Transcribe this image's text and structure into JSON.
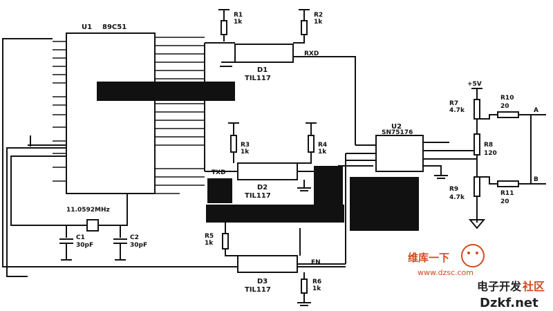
{
  "labels": {
    "u1_ref": "U1",
    "u1_part": "89C51",
    "d1_ref": "D1",
    "d1_part": "TIL117",
    "d2_ref": "D2",
    "d2_part": "TIL117",
    "d3_ref": "D3",
    "d3_part": "TIL117",
    "u2_ref": "U2",
    "u2_part": "SN75176",
    "crystal": "11.0592MHz",
    "c1_ref": "C1",
    "c1_val": "30pF",
    "c2_ref": "C2",
    "c2_val": "30pF",
    "r1_ref": "R1",
    "r1_val": "1k",
    "r2_ref": "R2",
    "r2_val": "1k",
    "r3_ref": "R3",
    "r3_val": "1k",
    "r4_ref": "R4",
    "r4_val": "1k",
    "r5_ref": "R5",
    "r5_val": "1k",
    "r6_ref": "R6",
    "r6_val": "1k",
    "r7_ref": "R7",
    "r7_val": "4.7k",
    "r8_ref": "R8",
    "r8_val": "120",
    "r9_ref": "R9",
    "r9_val": "4.7k",
    "r10_ref": "R10",
    "r10_val": "20",
    "r11_ref": "R11",
    "r11_val": "20",
    "vcc": "+5V",
    "out_a": "A",
    "out_b": "B",
    "rxd": "RXD",
    "txd": "TXD",
    "en": "EN"
  },
  "watermark": {
    "line1": "维库一下",
    "url": "www.dzsc.com",
    "line2_a": "电子开发",
    "line2_b": "社区",
    "logo": "Dzkf.net"
  }
}
